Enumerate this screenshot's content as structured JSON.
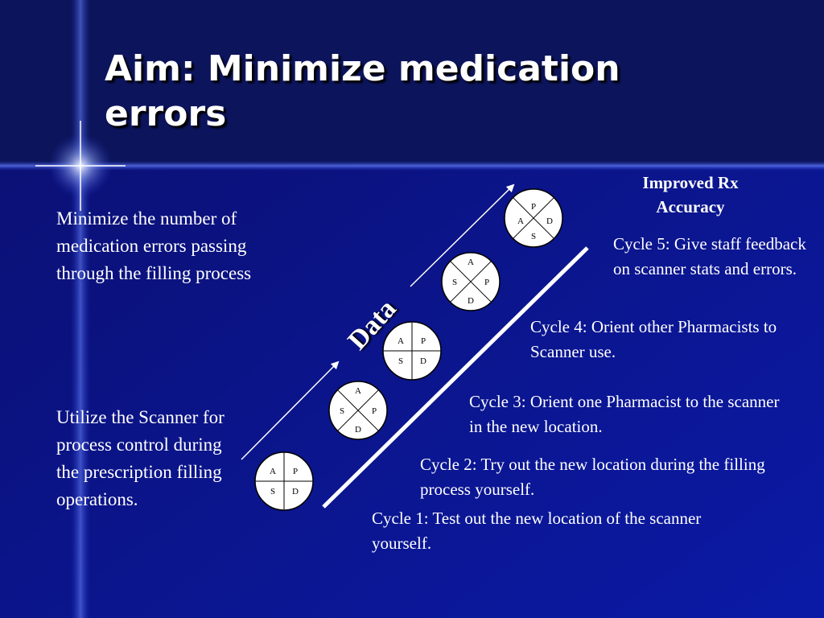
{
  "slide": {
    "title": "Aim: Minimize medication errors",
    "left_text_1": "Minimize the number of medication errors passing through the filling process",
    "left_text_2": "Utilize the Scanner for process control during the prescription filling operations.",
    "improved_label": "Improved Rx Accuracy",
    "data_label": "Data",
    "cycles": [
      "Cycle 1:  Test out the new location of the scanner yourself.",
      "Cycle 2:  Try out the new location during the filling process yourself.",
      "Cycle 3:  Orient one Pharmacist to the scanner in the new location.",
      "Cycle 4:  Orient other Pharmacists to Scanner use.",
      "Cycle 5:  Give staff feedback on scanner stats and errors."
    ]
  },
  "pdsa_cycles": [
    {
      "A": "A",
      "P": "P",
      "S": "S",
      "D": "D"
    },
    {
      "A": "A",
      "P": "P",
      "S": "S",
      "D": "D"
    },
    {
      "A": "A",
      "P": "P",
      "S": "S",
      "D": "D"
    },
    {
      "A": "A",
      "P": "P",
      "S": "S",
      "D": "D"
    },
    {
      "A": "A",
      "P": "P",
      "S": "S",
      "D": "D"
    }
  ],
  "colors": {
    "background": "#0a1170",
    "title_band": "#0c145c",
    "text": "#ffffff",
    "circle_fill": "#ffffff"
  }
}
